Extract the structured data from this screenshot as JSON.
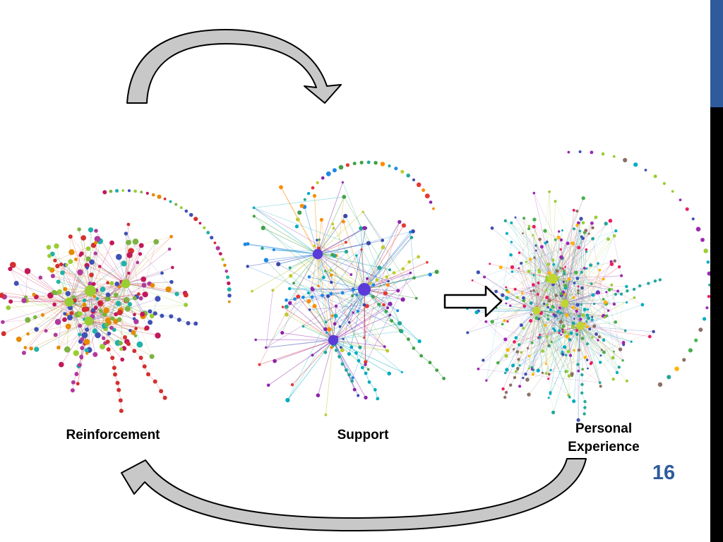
{
  "slide": {
    "page_number": "16",
    "accent_color": "#2f5b9c",
    "bar_color": "#000000"
  },
  "networks": [
    {
      "id": "reinforcement",
      "label": "Reinforcement",
      "palette": [
        "#d32f2f",
        "#9acd32",
        "#b03a9c",
        "#3f51b5",
        "#e68a00",
        "#20b2aa",
        "#7cb342",
        "#c2185b"
      ],
      "hub_color": "#9acd32"
    },
    {
      "id": "support",
      "label": "Support",
      "palette": [
        "#3949ab",
        "#1e88e5",
        "#26a69a",
        "#43a047",
        "#fb8c00",
        "#8e24aa",
        "#e53935",
        "#c0ca33",
        "#00acc1"
      ],
      "hub_color": "#5a3ad8"
    },
    {
      "id": "personal-experience",
      "label_line1": "Personal",
      "label_line2": "Experience",
      "palette": [
        "#4caf50",
        "#9acd32",
        "#3f51b5",
        "#00acc1",
        "#e91e63",
        "#9c27b0",
        "#ffb300",
        "#26a69a",
        "#8d6e63"
      ],
      "hub_color": "#c0d630"
    }
  ],
  "arrows": [
    {
      "id": "top-curved-arrow",
      "from": "reinforcement",
      "to": "support",
      "style": "curved-gray"
    },
    {
      "id": "straight-arrow",
      "from": "support",
      "to": "personal-experience",
      "style": "block-white"
    },
    {
      "id": "bottom-curved-arrow",
      "from": "personal-experience",
      "to": "reinforcement",
      "style": "curved-gray"
    }
  ]
}
